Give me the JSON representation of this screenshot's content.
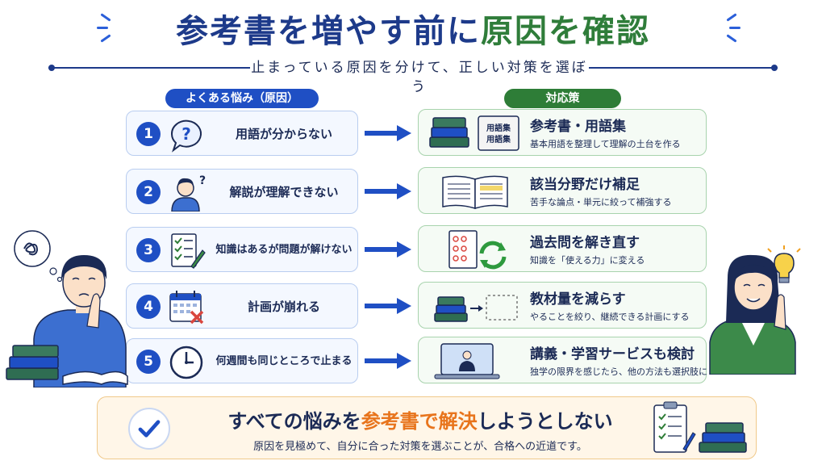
{
  "title": {
    "part1": "参考書を増やす前に",
    "part2": "原因を確認"
  },
  "subtitle": "止まっている原因を分けて、正しい対策を選ぼう",
  "columns": {
    "left_header": "よくある悩み（原因）",
    "right_header": "対応策"
  },
  "rows": [
    {
      "num": "1",
      "problem": "用語が分からない",
      "solution_title": "参考書・用語集",
      "solution_desc": "基本用語を整理して理解の土台を作る",
      "book_label_1": "用語集",
      "book_label_2": "用語集",
      "icon": "question-bubble-icon"
    },
    {
      "num": "2",
      "problem": "解説が理解できない",
      "solution_title": "該当分野だけ補足",
      "solution_desc": "苦手な論点・単元に絞って補強する",
      "icon": "confused-person-icon"
    },
    {
      "num": "3",
      "problem": "知識はあるが問題が解けない",
      "solution_title": "過去問を解き直す",
      "solution_desc": "知識を「使える力」に変える",
      "icon": "checklist-pencil-icon"
    },
    {
      "num": "4",
      "problem": "計画が崩れる",
      "solution_title": "教材量を減らす",
      "solution_desc": "やることを絞り、継続できる計画にする",
      "icon": "calendar-x-icon"
    },
    {
      "num": "5",
      "problem": "何週間も同じところで止まる",
      "solution_title": "講義・学習サービスも検討",
      "solution_desc": "独学の限界を感じたら、他の方法も選択肢に",
      "icon": "clock-icon"
    }
  ],
  "footer": {
    "main_1": "すべての悩みを",
    "main_2": "参考書で解決",
    "main_3": "しようとしない",
    "sub": "原因を見極めて、自分に合った対策を選ぶことが、合格への近道です。"
  },
  "colors": {
    "blue": "#1f4fc4",
    "green": "#2e7d37",
    "orange": "#e8741c",
    "navy": "#1b2a55"
  }
}
